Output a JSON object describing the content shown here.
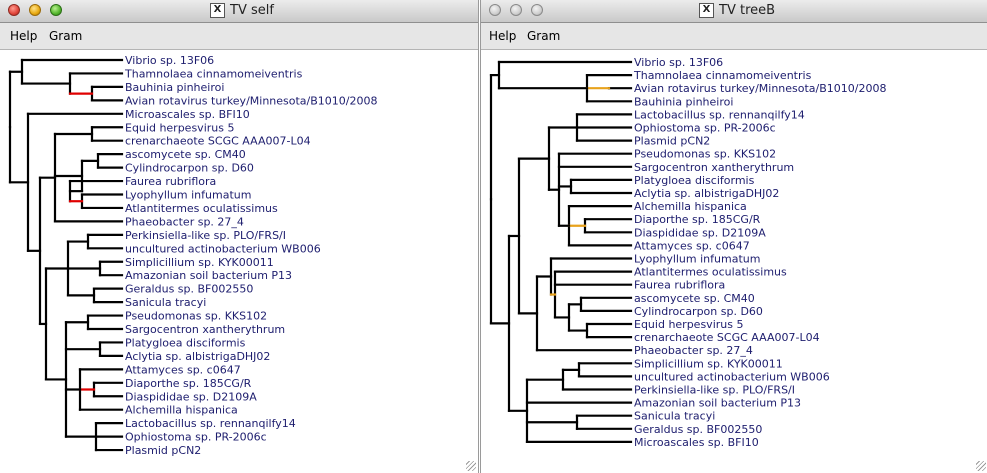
{
  "windows": {
    "left": {
      "title": "TV self",
      "menu": [
        "Help",
        "Gram"
      ],
      "leaves": [
        "Vibrio sp. 13F06",
        "Thamnolaea cinnamomeiventris",
        "Bauhinia pinheiroi",
        "Avian rotavirus turkey/Minnesota/B1010/2008",
        "Microascales sp. BFI10",
        "Equid herpesvirus 5",
        "crenarchaeote SCGC AAA007-L04",
        "ascomycete sp. CM40",
        "Cylindrocarpon sp. D60",
        "Faurea rubriflora",
        "Lyophyllum infumatum",
        "Atlantitermes oculatissimus",
        "Phaeobacter sp. 27_4",
        "Perkinsiella-like sp. PLO/FRS/I",
        "uncultured actinobacterium WB006",
        "Simplicillium sp. KYK00011",
        "Amazonian soil bacterium P13",
        "Geraldus sp. BF002550",
        "Sanicula tracyi",
        "Pseudomonas sp. KKS102",
        "Sargocentron xantherythrum",
        "Platygloea disciformis",
        "Aclytia sp. albistrigaDHJ02",
        "Attamyces sp. c0647",
        "Diaporthe sp. 185CG/R",
        "Diaspididae sp. D2109A",
        "Alchemilla hispanica",
        "Lactobacillus sp. rennanqilfy14",
        "Ophiostoma sp. PR-2006c",
        "Plasmid pCN2"
      ]
    },
    "right": {
      "title": "TV treeB",
      "menu": [
        "Help",
        "Gram"
      ],
      "leaves": [
        "Vibrio sp. 13F06",
        "Thamnolaea cinnamomeiventris",
        "Avian rotavirus turkey/Minnesota/B1010/2008",
        "Bauhinia pinheiroi",
        "Lactobacillus sp. rennanqilfy14",
        "Ophiostoma sp. PR-2006c",
        "Plasmid pCN2",
        "Pseudomonas sp. KKS102",
        "Sargocentron xantherythrum",
        "Platygloea disciformis",
        "Aclytia sp. albistrigaDHJ02",
        "Alchemilla hispanica",
        "Diaporthe sp. 185CG/R",
        "Diaspididae sp. D2109A",
        "Attamyces sp. c0647",
        "Lyophyllum infumatum",
        "Atlantitermes oculatissimus",
        "Faurea rubriflora",
        "ascomycete sp. CM40",
        "Cylindrocarpon sp. D60",
        "Equid herpesvirus 5",
        "crenarchaeote SCGC AAA007-L04",
        "Phaeobacter sp. 27_4",
        "Simplicillium sp. KYK00011",
        "uncultured actinobacterium WB006",
        "Perkinsiella-like sp. PLO/FRS/I",
        "Amazonian soil bacterium P13",
        "Sanicula tracyi",
        "Geraldus sp. BF002550",
        "Microascales sp. BFI10"
      ]
    }
  },
  "colors": {
    "branch": "#000000",
    "highlight_left": "#e00000",
    "highlight_right": "#e8a21c",
    "label": "#1d1d6e"
  }
}
